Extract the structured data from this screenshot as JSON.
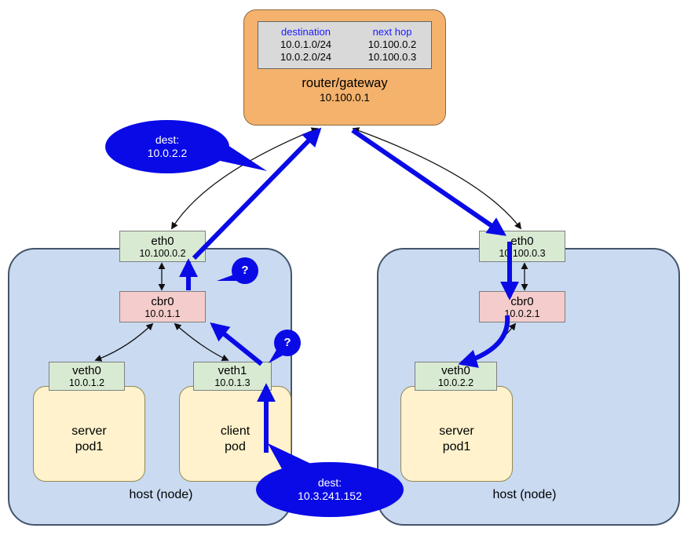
{
  "router": {
    "title": "router/gateway",
    "ip": "10.100.0.1",
    "table": {
      "col1_header": "destination",
      "col2_header": "next hop",
      "rows": [
        {
          "destination": "10.0.1.0/24",
          "next_hop": "10.100.0.2"
        },
        {
          "destination": "10.0.2.0/24",
          "next_hop": "10.100.0.3"
        }
      ]
    }
  },
  "hosts": {
    "left": {
      "label": "host (node)",
      "eth0": {
        "name": "eth0",
        "ip": "10.100.0.2"
      },
      "cbr0": {
        "name": "cbr0",
        "ip": "10.0.1.1"
      },
      "veth0": {
        "name": "veth0",
        "ip": "10.0.1.2"
      },
      "veth1": {
        "name": "veth1",
        "ip": "10.0.1.3"
      },
      "server_pod": {
        "line1": "server",
        "line2": "pod1"
      },
      "client_pod": {
        "line1": "client",
        "line2": "pod"
      }
    },
    "right": {
      "label": "host (node)",
      "eth0": {
        "name": "eth0",
        "ip": "10.100.0.3"
      },
      "cbr0": {
        "name": "cbr0",
        "ip": "10.0.2.1"
      },
      "veth0": {
        "name": "veth0",
        "ip": "10.0.2.2"
      },
      "server_pod": {
        "line1": "server",
        "line2": "pod1"
      }
    }
  },
  "callouts": {
    "dest_top": {
      "line1": "dest:",
      "line2": "10.0.2.2"
    },
    "dest_bottom": {
      "line1": "dest:",
      "line2": "10.3.241.152"
    },
    "question_eth0": "?",
    "question_veth1": "?"
  },
  "colors": {
    "router_fill": "#f4b26c",
    "table_fill": "#d9d9d9",
    "table_header_text": "#1a1aff",
    "host_fill": "#c9daf1",
    "host_border": "#44546a",
    "nic_fill": "#d9ead3",
    "bridge_fill": "#f4cccc",
    "pod_fill": "#fff2cc",
    "arrow_blue": "#0a0ae6"
  }
}
